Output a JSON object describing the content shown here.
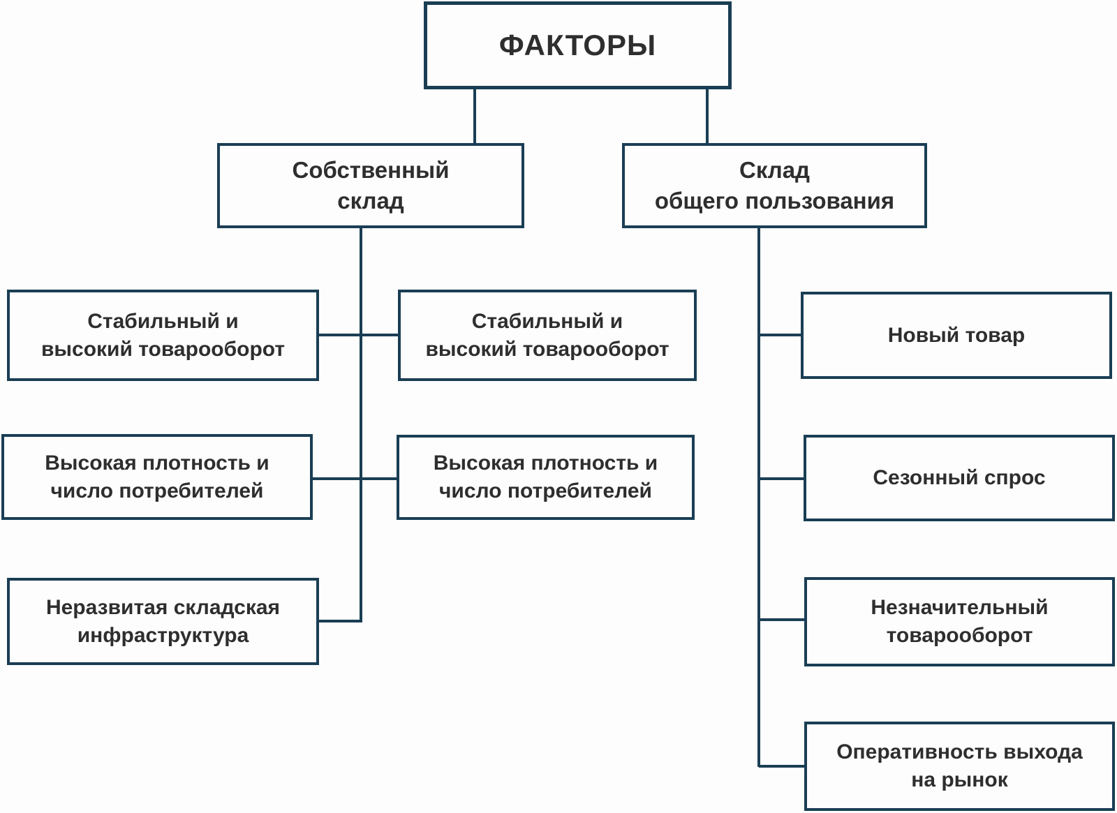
{
  "colors": {
    "line": "#1a3e54",
    "text": "#2e2e2e",
    "bg": "#fdfdfd"
  },
  "root": {
    "label": "ФАКТОРЫ"
  },
  "own_warehouse": {
    "label": "Собственный\nсклад",
    "factors_left": [
      {
        "label": "Стабильный и\nвысокий товарооборот"
      },
      {
        "label": "Высокая плотность и\nчисло потребителей"
      },
      {
        "label": "Неразвитая складская\nинфраструктура"
      }
    ],
    "factors_right": [
      {
        "label": "Стабильный и\nвысокий товарооборот"
      },
      {
        "label": "Высокая плотность и\nчисло потребителей"
      }
    ]
  },
  "public_warehouse": {
    "label": "Склад\nобщего пользования",
    "factors": [
      {
        "label": "Новый товар"
      },
      {
        "label": "Сезонный спрос"
      },
      {
        "label": "Незначительный\nтоварооборот"
      },
      {
        "label": "Оперативность выхода\nна рынок"
      }
    ]
  }
}
